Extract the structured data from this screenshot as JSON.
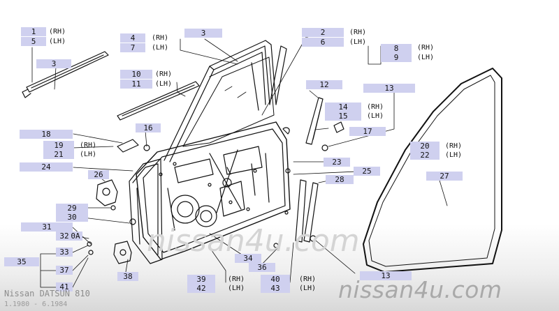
{
  "model_name": "Nissan DATSUN 810",
  "production_years": "1.1980 - 6.1984",
  "watermark": "nissan4u.com",
  "brand": "nissan4u.com",
  "callouts": {
    "c1": "1",
    "c5": "5",
    "c3a": "3",
    "c4": "4",
    "c7": "7",
    "c3b": "3",
    "c2": "2",
    "c6": "6",
    "c8": "8",
    "c9": "9",
    "c10": "10",
    "c11": "11",
    "c12": "12",
    "c13a": "13",
    "c14": "14",
    "c15": "15",
    "c16": "16",
    "c17": "17",
    "c18": "18",
    "c19": "19",
    "c21": "21",
    "c24": "24",
    "c20": "20",
    "c22": "22",
    "c23": "23",
    "c25": "25",
    "c26": "26",
    "c27": "27",
    "c28": "28",
    "c29": "29",
    "c30": "30",
    "c31": "31",
    "c32": "32",
    "c32a": "0A",
    "c33": "33",
    "c34": "34",
    "c35": "35",
    "c36": "36",
    "c37": "37",
    "c38": "38",
    "c39": "39",
    "c40": "40",
    "c41": "41",
    "c42": "42",
    "c43": "43",
    "c13b": "13"
  },
  "sides": {
    "rh": "(RH)",
    "lh": "(LH)"
  }
}
